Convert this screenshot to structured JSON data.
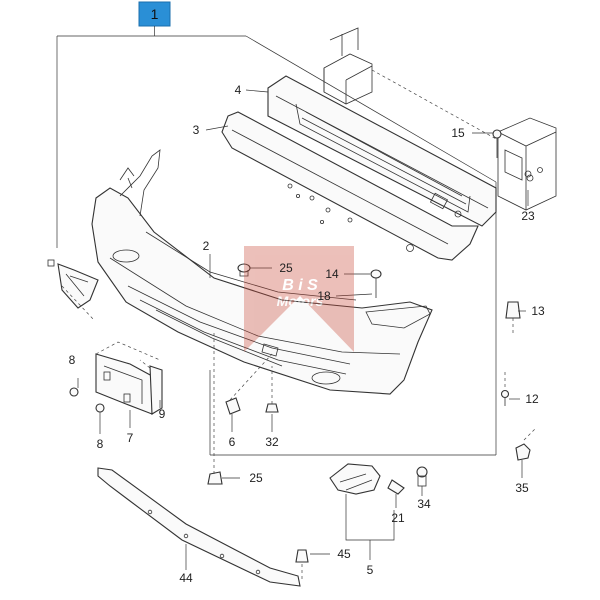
{
  "assembly_label": "1",
  "watermark": {
    "line1": "B i S",
    "line2": "Motors",
    "color": "#c94a3a"
  },
  "accent_color": "#2a8fd6",
  "callouts": {
    "c2": "2",
    "c3": "3",
    "c4": "4",
    "c5": "5",
    "c6": "6",
    "c7": "7",
    "c8a": "8",
    "c8b": "8",
    "c9": "9",
    "c12": "12",
    "c13": "13",
    "c14": "14",
    "c15": "15",
    "c18": "18",
    "c21": "21",
    "c23": "23",
    "c25a": "25",
    "c25b": "25",
    "c32": "32",
    "c34": "34",
    "c35": "35",
    "c44": "44",
    "c45": "45"
  }
}
